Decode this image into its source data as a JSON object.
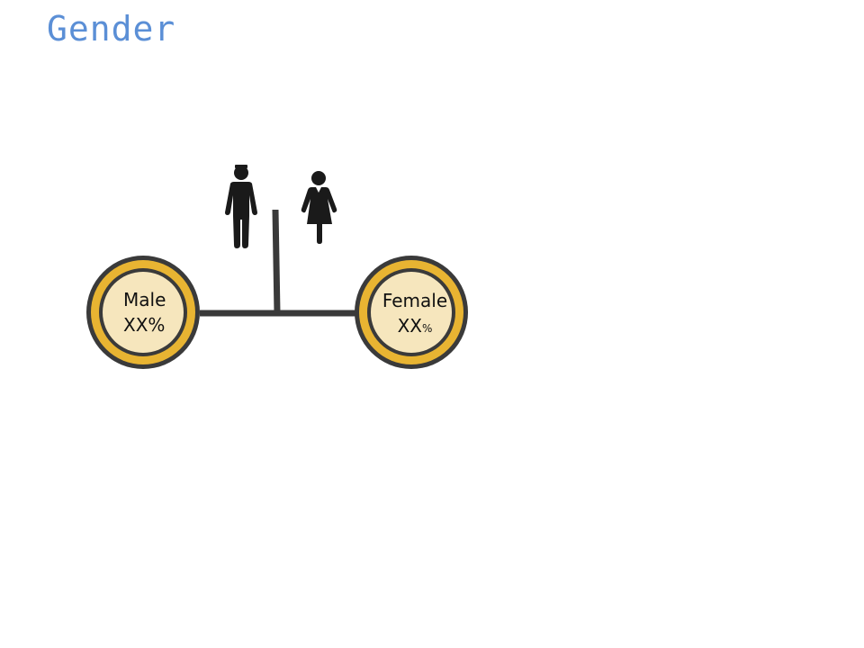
{
  "title": "Gender",
  "nodes": {
    "male": {
      "label": "Male",
      "value": "XX%"
    },
    "female": {
      "label": "Female",
      "value_main": "XX",
      "value_suffix": "%"
    }
  },
  "colors": {
    "title": "#5b8fd6",
    "ring_outer": "#3a3a3a",
    "ring_fill": "#e8b432",
    "ring_inner": "#f6e6bd",
    "connector": "#3a3a3a",
    "icon": "#1a1a1a"
  },
  "icons": [
    "male-person-icon",
    "female-person-icon"
  ]
}
